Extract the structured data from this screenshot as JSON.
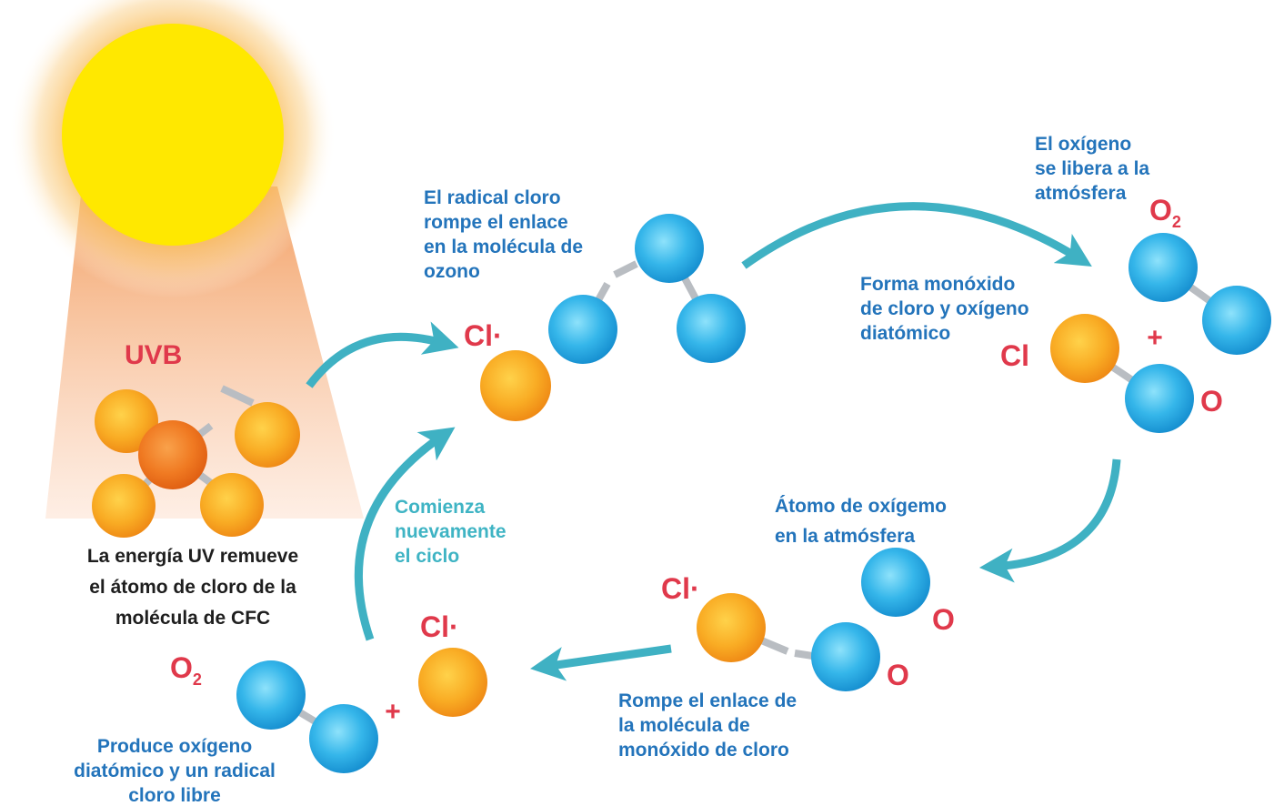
{
  "colors": {
    "oxygen_atom": "#2aa9e0",
    "chlorine_atom": "#f5a623",
    "carbon_atom": "#ee7521",
    "arrow": "#3fb1c3",
    "caption_blue": "#2374bb",
    "caption_teal": "#3fb4c4",
    "label_red": "#e0394b",
    "sun": "#ffe800"
  },
  "labels": {
    "uvb": "UVB",
    "cl_radical": "Cl·",
    "cl": "Cl",
    "o2": "O",
    "o2_sub": "2",
    "o": "O",
    "plus": "+"
  },
  "captions": {
    "uv_energy": [
      "La energía UV remueve",
      "el átomo de cloro de la",
      "molécula de CFC"
    ],
    "radical_breaks": [
      "El radical cloro",
      "rompe el enlace",
      "en la molécula de",
      "ozono"
    ],
    "oxygen_released": [
      "El oxígeno",
      "se libera a la",
      "atmósfera"
    ],
    "forms_monoxide": [
      "Forma monóxido",
      "de cloro y oxígeno",
      "diatómico"
    ],
    "oxygen_atom": [
      "Átomo de oxígemo",
      "en la atmósfera"
    ],
    "breaks_bond": [
      "Rompe el enlace de",
      "la molécula de",
      "monóxido de cloro"
    ],
    "produces": [
      "Produce oxígeno",
      "diatómico y un radical",
      "cloro libre"
    ],
    "cycle_restarts": [
      "Comienza",
      "nuevamente",
      "el ciclo"
    ]
  },
  "icons": [
    "sun-icon",
    "uv-beam-icon",
    "cycle-arrow-icon",
    "atom-icon",
    "bond-icon"
  ]
}
